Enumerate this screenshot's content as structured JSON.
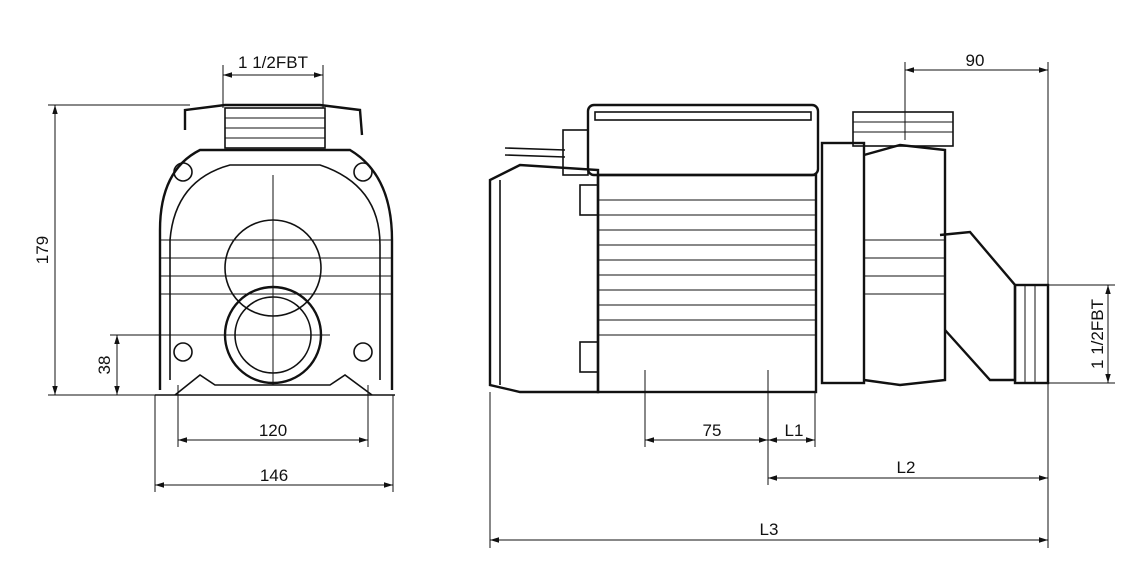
{
  "drawing": {
    "front_view": {
      "port_label": "1 1/2FBT",
      "height": "179",
      "axis_height": "38",
      "foot_spacing": "120",
      "width": "146"
    },
    "side_view": {
      "outlet_offset": "90",
      "foot_spacing": "75",
      "l1": "L1",
      "l2": "L2",
      "l3": "L3",
      "port_label": "1 1/2FBT"
    }
  }
}
